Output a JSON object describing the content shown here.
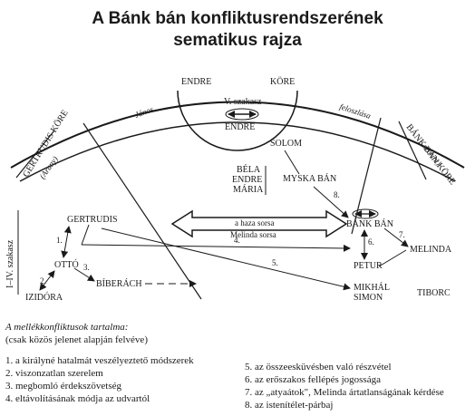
{
  "title": {
    "line1": "A Bánk bán konfliktusrendszerének",
    "line2": "sematikus rajza"
  },
  "circles": {
    "endre_kore": "ENDRE",
    "endre_kore_suffix": "KÖRE",
    "gertrudis_kore": "GERTRUDIS KÖRE",
    "gertrudis_kore_note": "(Arany)",
    "bank_ban_kore": "BÁNK BÁN KÖRE",
    "bank_ban_kore_note": "szerint)",
    "janos": "János",
    "feloszlasa": "feloszlása",
    "section_v": "V. szakasz",
    "section_iiv": "I–IV. szakasz"
  },
  "nodes": {
    "endre_inner": "ENDRE",
    "solom": "SOLOM",
    "bela": "BÉLA",
    "endre": "ENDRE",
    "maria": "MÁRIA",
    "myska_ban": "MYSKA BÁN",
    "bank_ban": "BÁNK BÁN",
    "gertrudis": "GERTRUDIS",
    "otto": "OTTÓ",
    "izidora": "IZIDÓRA",
    "biberach": "BÍBERÁCH",
    "petur": "PETUR",
    "melinda": "MELINDA",
    "mikhal": "MIKHÁL",
    "simon": "SIMON",
    "tiborc": "TIBORC"
  },
  "arrow_labels": {
    "line1": "a haza sorsa",
    "line2": "Melinda sorsa"
  },
  "edge_numbers": [
    "1.",
    "2.",
    "3.",
    "4.",
    "5.",
    "6.",
    "7.",
    "8."
  ],
  "legend": {
    "heading": "A mellékkonfliktusok tartalma:",
    "subheading": "(csak közös jelenet alapján felvéve)",
    "items": [
      "1. a királyné hatalmát veszélyeztető módszerek",
      "2. viszonzatlan szerelem",
      "3. megbomló érdekszövetség",
      "4. eltávolításának módja az udvartól",
      "5. az összeesküvésben való részvétel",
      "6. az erőszakos fellépés jogossága",
      "7. az „atyaátok\", Melinda ártatlanságának kérdése",
      "8. az istenítélet-párbaj"
    ]
  },
  "colors": {
    "ink": "#1a1a1a",
    "paper": "#ffffff"
  }
}
